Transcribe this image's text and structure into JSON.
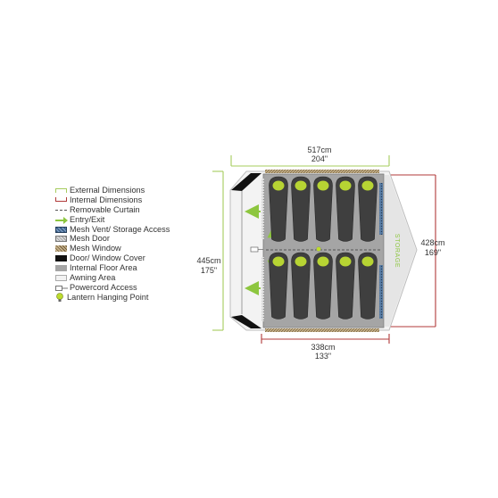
{
  "legend": [
    {
      "label": "External Dimensions",
      "swatch": "external-dimensions"
    },
    {
      "label": "Internal Dimensions",
      "swatch": "internal-dimensions"
    },
    {
      "label": "Removable Curtain",
      "swatch": "removable-curtain"
    },
    {
      "label": "Entry/Exit",
      "swatch": "entry-exit"
    },
    {
      "label": "Mesh Vent/ Storage Access",
      "swatch": "mesh-vent"
    },
    {
      "label": "Mesh Door",
      "swatch": "mesh-door"
    },
    {
      "label": "Mesh Window",
      "swatch": "mesh-window"
    },
    {
      "label": "Door/ Window Cover",
      "swatch": "door-window-cover"
    },
    {
      "label": "Internal Floor Area",
      "swatch": "internal-floor-area"
    },
    {
      "label": "Awning Area",
      "swatch": "awning-area"
    },
    {
      "label": "Powercord Access",
      "swatch": "powercord-access"
    },
    {
      "label": "Lantern Hanging Point",
      "swatch": "lantern-hanging-point"
    }
  ],
  "dimensions": {
    "external_width": {
      "metric": "517cm",
      "imperial": "204\""
    },
    "external_depth": {
      "metric": "445cm",
      "imperial": "175\""
    },
    "internal_width": {
      "metric": "338cm",
      "imperial": "133\""
    },
    "internal_depth": {
      "metric": "428cm",
      "imperial": "169\""
    }
  },
  "storage_label": "STORAGE",
  "colors": {
    "external": "#a6cc5e",
    "internal": "#b03a3a",
    "curtain": "#555555",
    "entry": "#8dc63f",
    "mesh_vent": "#3b5e86",
    "mesh_door": "#b5b5b5",
    "mesh_window": "#a08a63",
    "cover": "#111111",
    "floor": "#a5a5a5",
    "awning": "#f2f2f2",
    "lantern": "#bddc2d",
    "sleeping_bag": "#3f3f3f",
    "head": "#b7d433"
  }
}
